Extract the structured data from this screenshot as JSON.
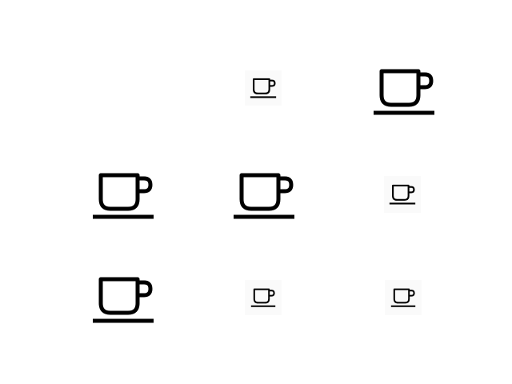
{
  "icons": [
    {
      "name": "coffee-cup-icon",
      "size": "small"
    },
    {
      "name": "coffee-cup-icon",
      "size": "large"
    },
    {
      "name": "coffee-cup-icon",
      "size": "large"
    },
    {
      "name": "coffee-cup-icon",
      "size": "large"
    },
    {
      "name": "coffee-cup-icon",
      "size": "small"
    },
    {
      "name": "coffee-cup-icon",
      "size": "large"
    },
    {
      "name": "coffee-cup-icon",
      "size": "small"
    },
    {
      "name": "coffee-cup-icon",
      "size": "small"
    }
  ],
  "colors": {
    "icon": "#000000",
    "background": "#ffffff",
    "small_tile_background": "#fafafa"
  }
}
